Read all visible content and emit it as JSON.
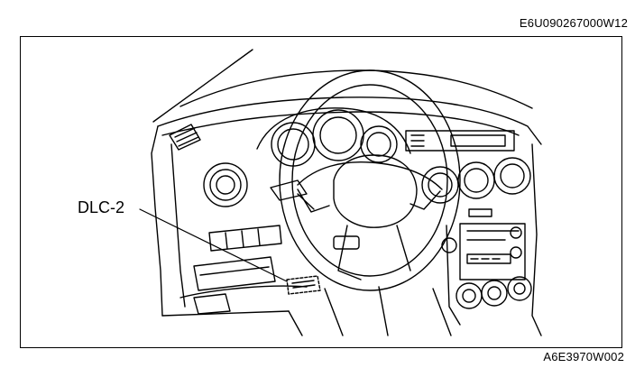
{
  "figure": {
    "top_code": "E6U090267000W12",
    "bottom_code": "A6E3970W002",
    "callout_label": "DLC-2"
  }
}
